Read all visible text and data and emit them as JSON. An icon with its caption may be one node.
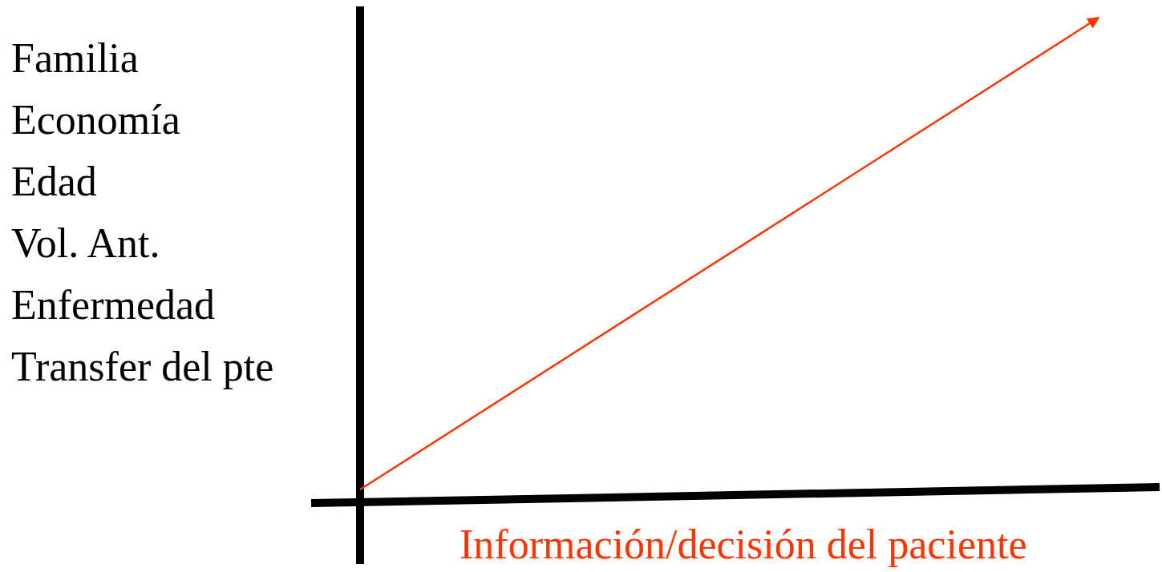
{
  "diagram": {
    "labels": [
      "Familia",
      "Economía",
      "Edad",
      "Vol. Ant.",
      "Enfermedad",
      "Transfer del pte",
      "Información/decisión del paciente"
    ]
  }
}
